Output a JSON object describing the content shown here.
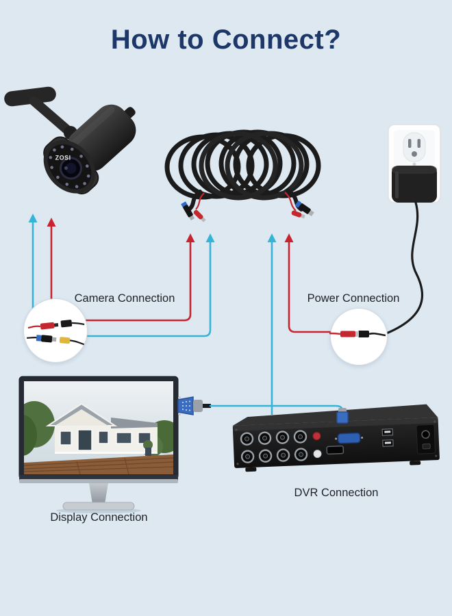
{
  "title": "How to Connect?",
  "camera": {
    "brand": "ZOSI"
  },
  "connections": {
    "camera": "Camera Connection",
    "power": "Power Connection",
    "display": "Display Connection",
    "dvr": "DVR Connection"
  },
  "colors": {
    "background": "#dde8f1",
    "title": "#1c3768",
    "arrow-red": "#c8232e",
    "arrow-cyan": "#35b4d8"
  }
}
